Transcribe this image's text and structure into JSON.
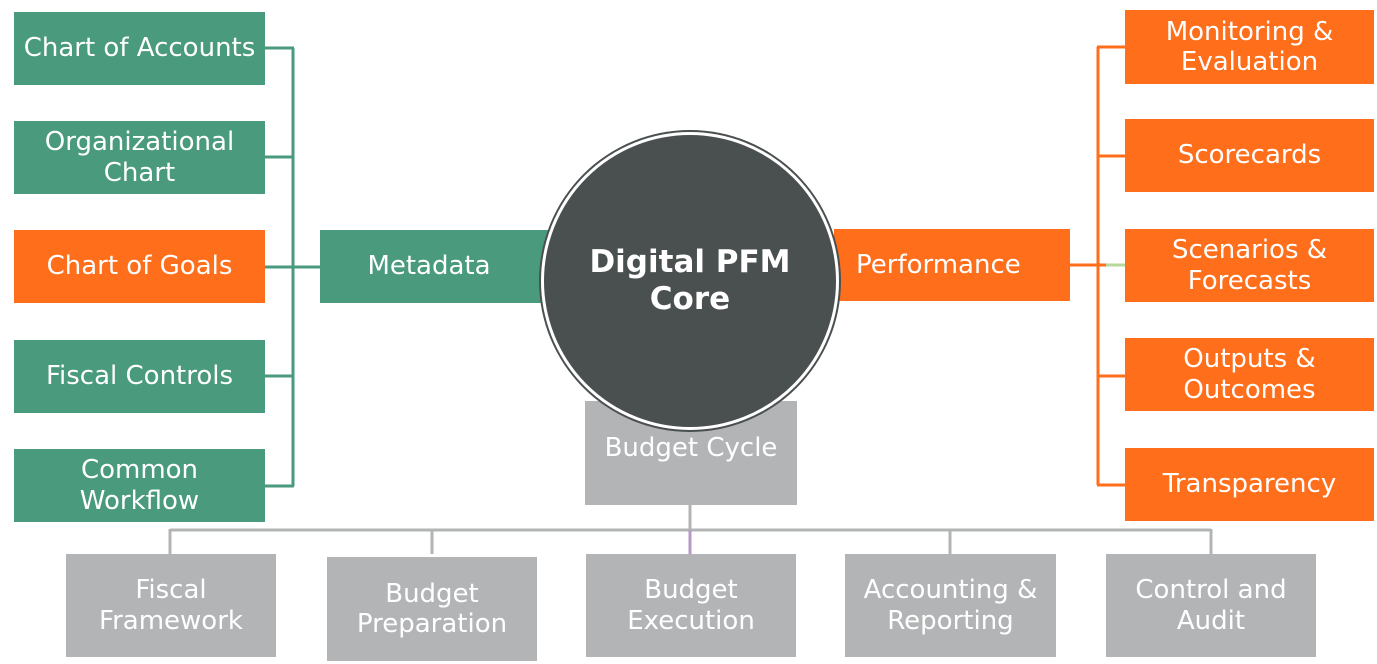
{
  "colors": {
    "green": "#4A9A7E",
    "orange": "#FF6E1B",
    "gray": "#B3B4B6",
    "core": "#4A4F50",
    "connector_green": "#4A9A7E",
    "connector_orange": "#FF6E1B",
    "connector_gray": "#B3B4B6"
  },
  "core": {
    "label": "Digital PFM\nCore"
  },
  "metadata": {
    "label": "Metadata",
    "items": [
      "Chart of Accounts",
      "Organizational\nChart",
      "Chart of Goals",
      "Fiscal Controls",
      "Common\nWorkflow"
    ]
  },
  "performance": {
    "label": "Performance",
    "items": [
      "Monitoring &\nEvaluation",
      "Scorecards",
      "Scenarios &\nForecasts",
      "Outputs &\nOutcomes",
      "Transparency"
    ]
  },
  "budget_cycle": {
    "label": "Budget Cycle",
    "items": [
      "Fiscal\nFramework",
      "Budget\nPreparation",
      "Budget\nExecution",
      "Accounting &\nReporting",
      "Control and\nAudit"
    ]
  }
}
